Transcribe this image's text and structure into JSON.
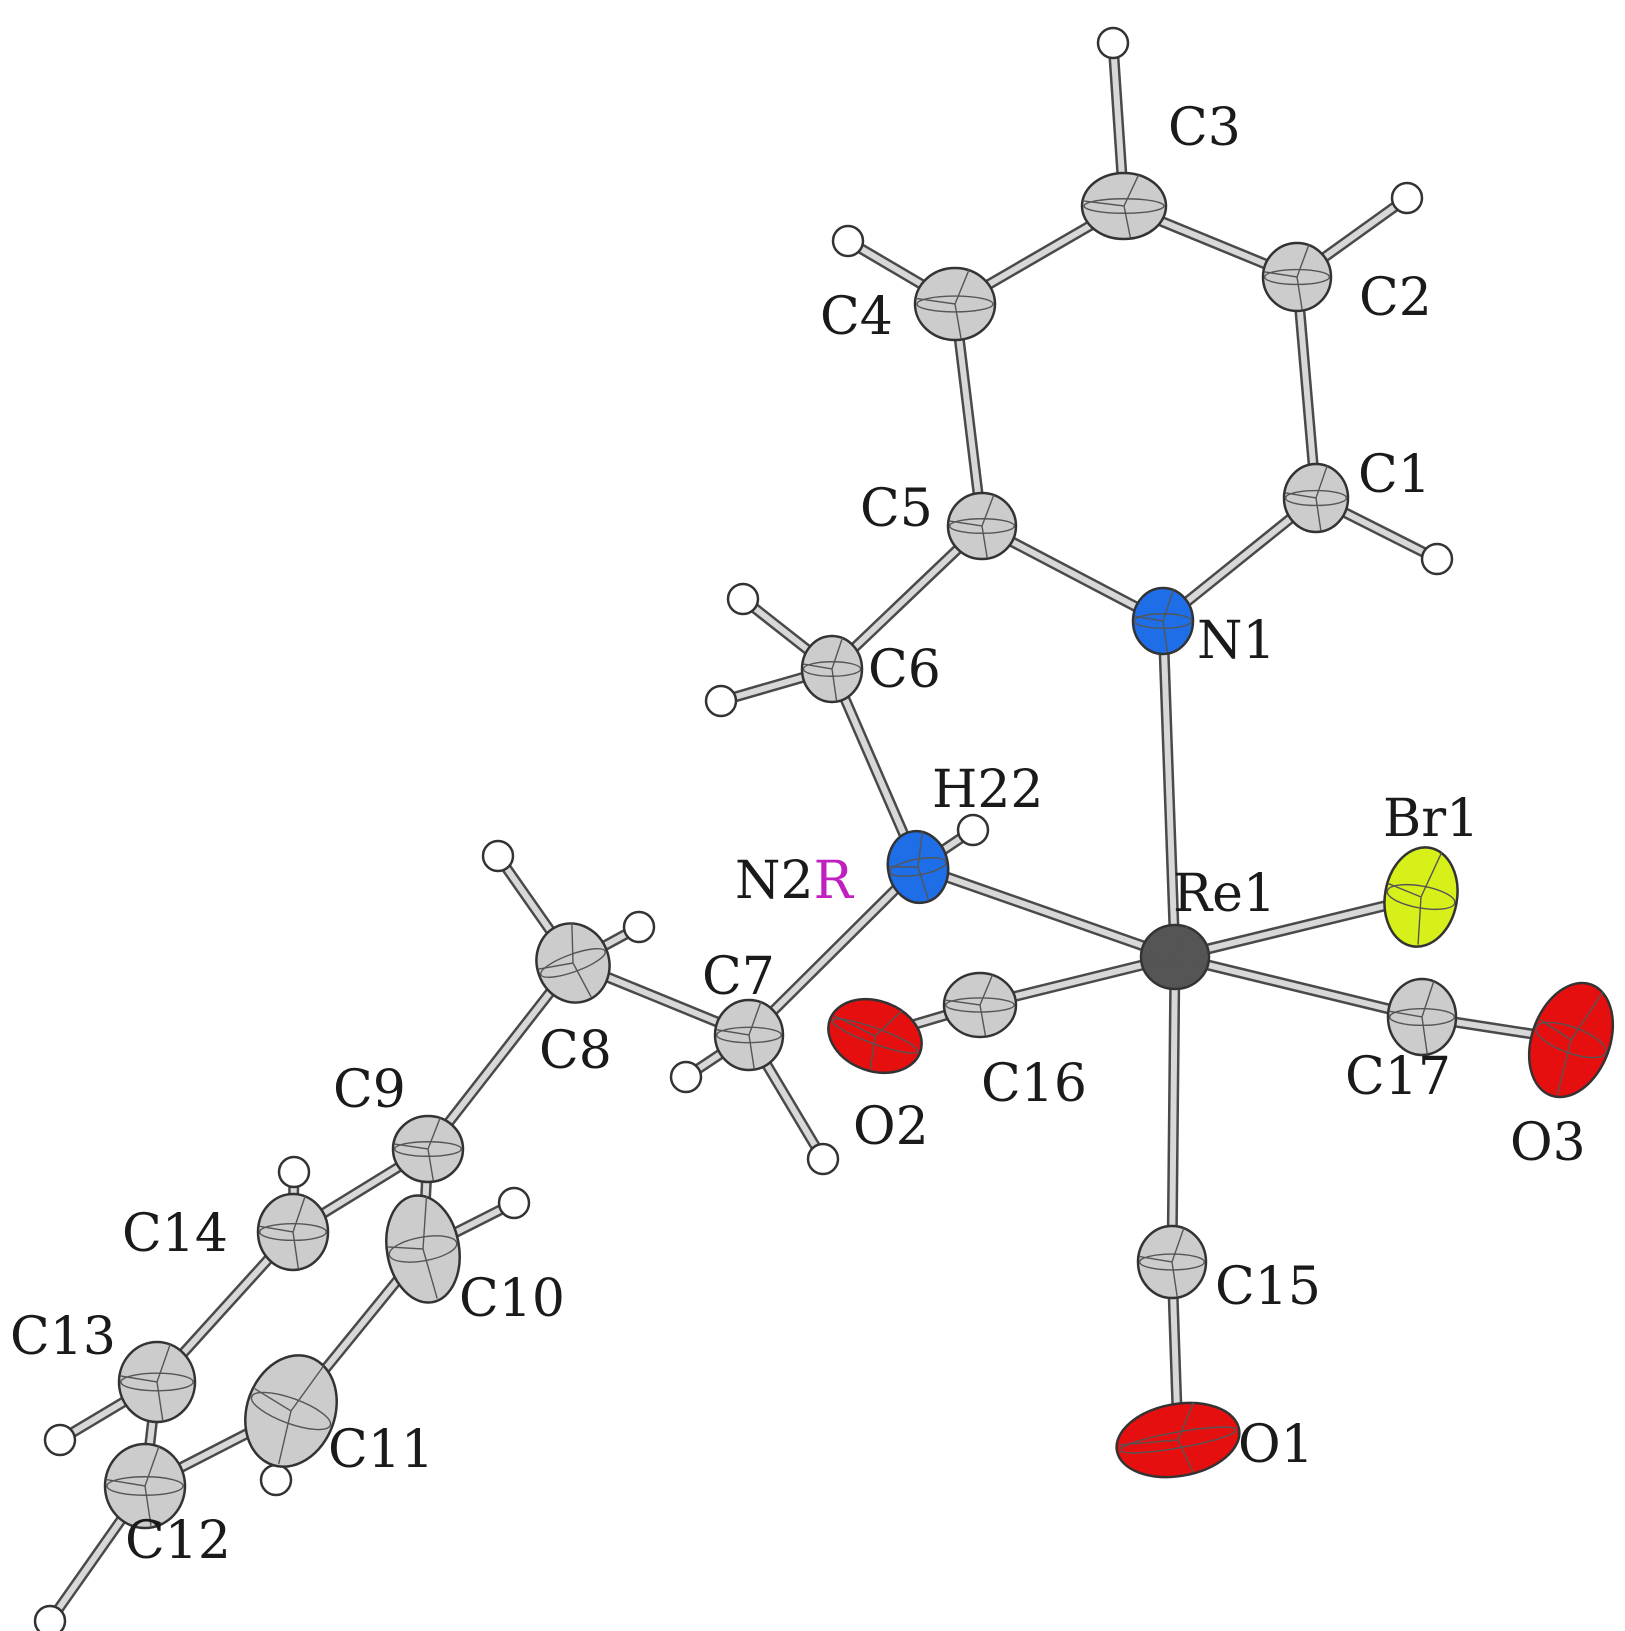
{
  "figure": {
    "atoms": [
      {
        "id": "Re1",
        "label": "Re1",
        "element": "Re"
      },
      {
        "id": "Br1",
        "label": "Br1",
        "element": "Br"
      },
      {
        "id": "N1",
        "label": "N1",
        "element": "N"
      },
      {
        "id": "N2",
        "label": "N2",
        "stereo": "R",
        "element": "N"
      },
      {
        "id": "H22",
        "label": "H22",
        "element": "H"
      },
      {
        "id": "O1",
        "label": "O1",
        "element": "O"
      },
      {
        "id": "O2",
        "label": "O2",
        "element": "O"
      },
      {
        "id": "O3",
        "label": "O3",
        "element": "O"
      },
      {
        "id": "C1",
        "label": "C1",
        "element": "C"
      },
      {
        "id": "C2",
        "label": "C2",
        "element": "C"
      },
      {
        "id": "C3",
        "label": "C3",
        "element": "C"
      },
      {
        "id": "C4",
        "label": "C4",
        "element": "C"
      },
      {
        "id": "C5",
        "label": "C5",
        "element": "C"
      },
      {
        "id": "C6",
        "label": "C6",
        "element": "C"
      },
      {
        "id": "C7",
        "label": "C7",
        "element": "C"
      },
      {
        "id": "C8",
        "label": "C8",
        "element": "C"
      },
      {
        "id": "C9",
        "label": "C9",
        "element": "C"
      },
      {
        "id": "C10",
        "label": "C10",
        "element": "C"
      },
      {
        "id": "C11",
        "label": "C11",
        "element": "C"
      },
      {
        "id": "C12",
        "label": "C12",
        "element": "C"
      },
      {
        "id": "C13",
        "label": "C13",
        "element": "C"
      },
      {
        "id": "C14",
        "label": "C14",
        "element": "C"
      },
      {
        "id": "C15",
        "label": "C15",
        "element": "C"
      },
      {
        "id": "C16",
        "label": "C16",
        "element": "C"
      },
      {
        "id": "C17",
        "label": "C17",
        "element": "C"
      }
    ],
    "bonds": [
      [
        "Re1",
        "N1"
      ],
      [
        "Re1",
        "N2"
      ],
      [
        "Re1",
        "Br1"
      ],
      [
        "Re1",
        "C15"
      ],
      [
        "Re1",
        "C16"
      ],
      [
        "Re1",
        "C17"
      ],
      [
        "C15",
        "O1"
      ],
      [
        "C16",
        "O2"
      ],
      [
        "C17",
        "O3"
      ],
      [
        "N1",
        "C1"
      ],
      [
        "C1",
        "C2"
      ],
      [
        "C2",
        "C3"
      ],
      [
        "C3",
        "C4"
      ],
      [
        "C4",
        "C5"
      ],
      [
        "C5",
        "N1"
      ],
      [
        "C5",
        "C6"
      ],
      [
        "C6",
        "N2"
      ],
      [
        "N2",
        "H22"
      ],
      [
        "N2",
        "C7"
      ],
      [
        "C7",
        "C8"
      ],
      [
        "C8",
        "C9"
      ],
      [
        "C9",
        "C10"
      ],
      [
        "C10",
        "C11"
      ],
      [
        "C11",
        "C12"
      ],
      [
        "C12",
        "C13"
      ],
      [
        "C13",
        "C14"
      ],
      [
        "C14",
        "C9"
      ]
    ],
    "colors": {
      "Re": "#555555",
      "Br": "#d8f01a",
      "N": "#1e6ee8",
      "O": "#e60f0f",
      "C": "#cccccc",
      "H": "#ffffff",
      "stereo_label": "#c020c0"
    }
  }
}
